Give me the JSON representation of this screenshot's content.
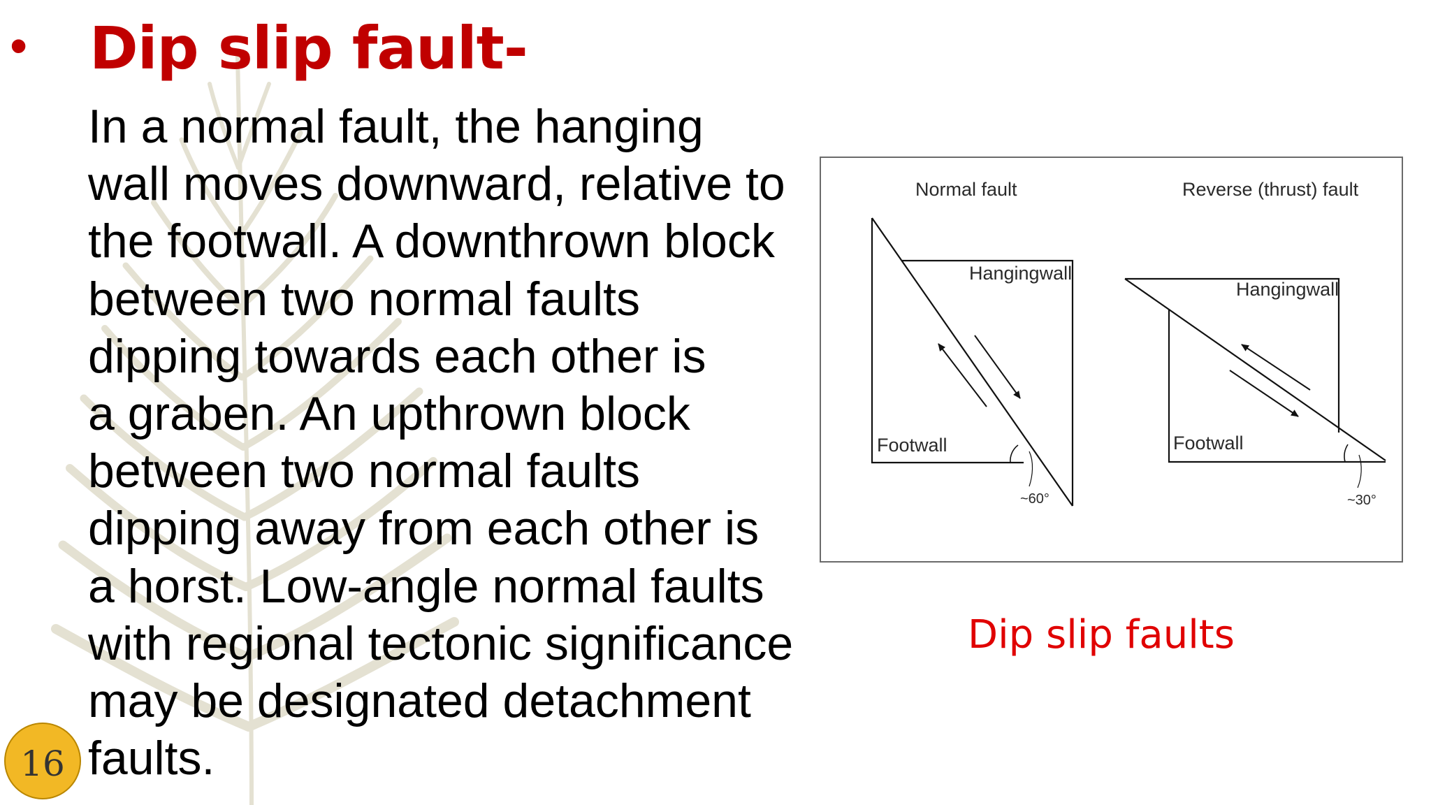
{
  "slide": {
    "bullet": "•",
    "title": "Dip slip fault-",
    "body_lines": [
      "In a normal fault, the hanging",
      "wall moves downward, relative to",
      "the footwall. A downthrown block",
      "between two normal faults",
      "dipping towards each other is",
      "a graben. An upthrown block",
      "between two normal faults",
      "dipping away from each other is",
      "a horst. Low-angle normal faults",
      "with regional tectonic significance",
      "may be designated detachment",
      "faults."
    ],
    "caption": "Dip slip faults",
    "page_number": "16"
  },
  "figure": {
    "normal": {
      "title": "Normal fault",
      "hanging_label": "Hangingwall",
      "foot_label": "Footwall",
      "angle_label": "~60°"
    },
    "reverse": {
      "title": "Reverse (thrust) fault",
      "hanging_label": "Hangingwall",
      "foot_label": "Footwall",
      "angle_label": "~30°"
    }
  },
  "colors": {
    "title": "#c00000",
    "caption": "#e00000",
    "badge_fill": "#f2b825",
    "text": "#000000"
  }
}
